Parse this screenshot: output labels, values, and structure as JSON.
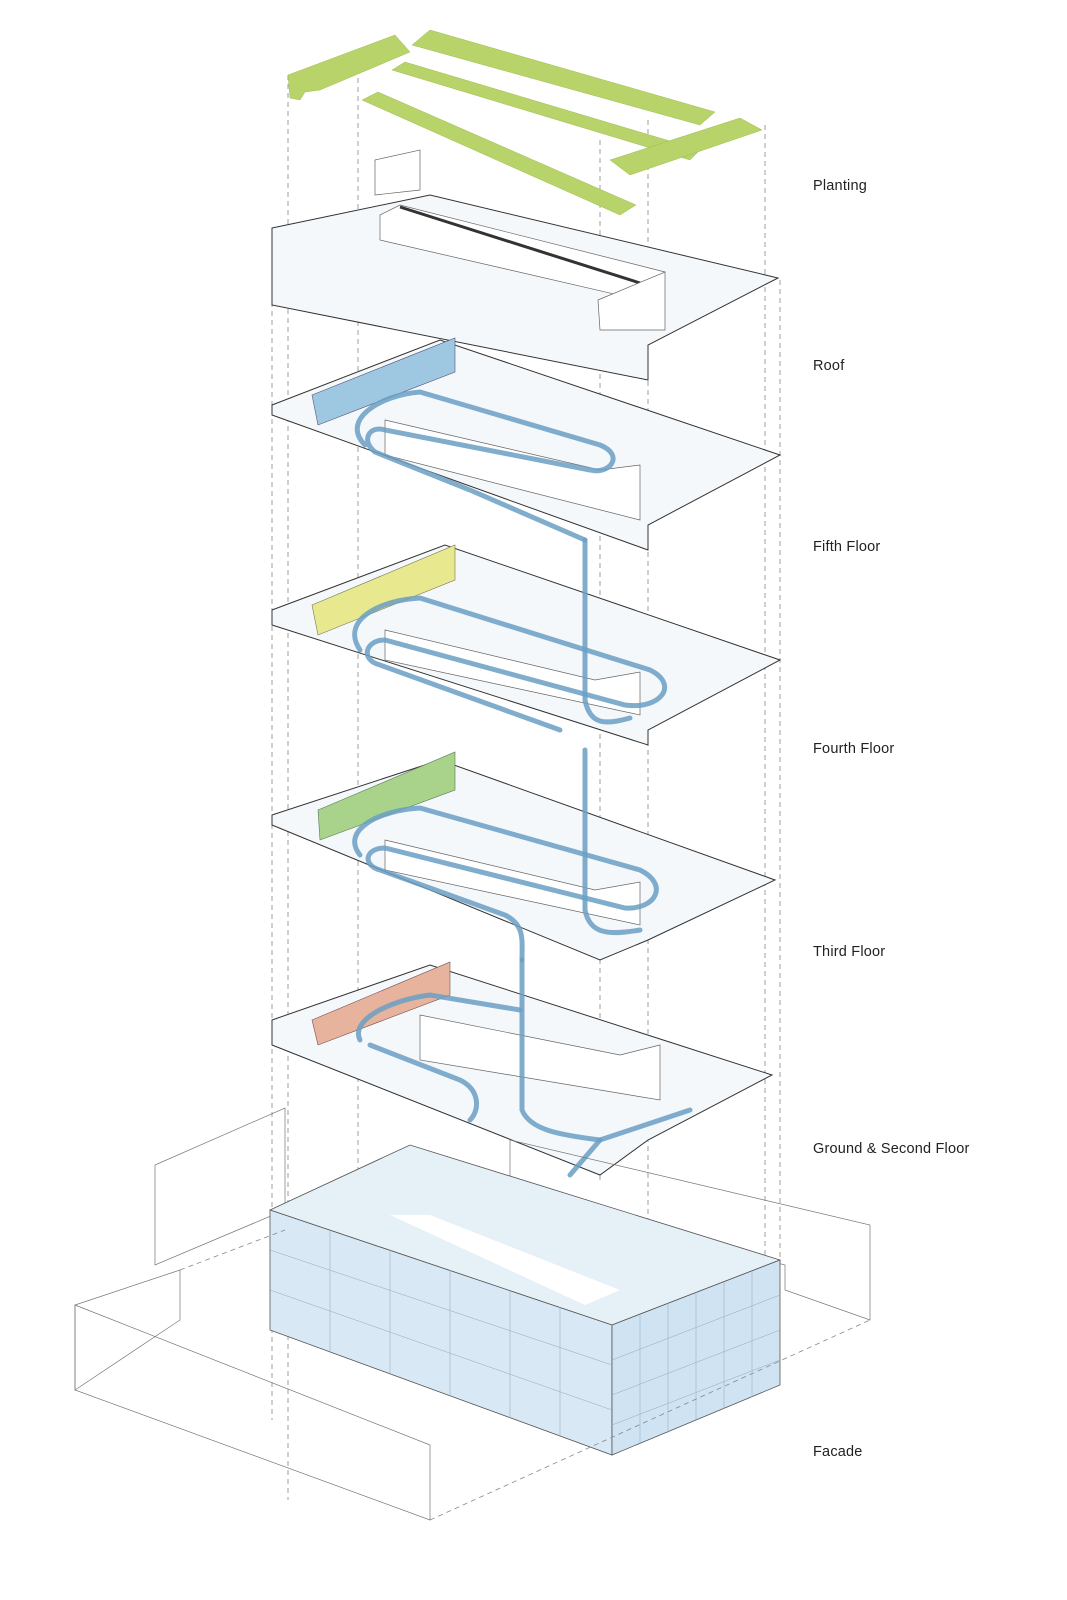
{
  "diagram": {
    "labels": {
      "planting": "Planting",
      "roof": "Roof",
      "fifth": "Fifth Floor",
      "fourth": "Fourth Floor",
      "third": "Third Floor",
      "ground": "Ground & Second Floor",
      "facade": "Facade"
    },
    "colors": {
      "planting": "#b7d36a",
      "fifth_accent": "#9ec8e2",
      "fourth_accent": "#e8e88e",
      "third_accent": "#a9d38a",
      "ground_accent": "#e8b39c",
      "ramp": "#6a9fc3",
      "facade": "#cfe3f2"
    }
  }
}
